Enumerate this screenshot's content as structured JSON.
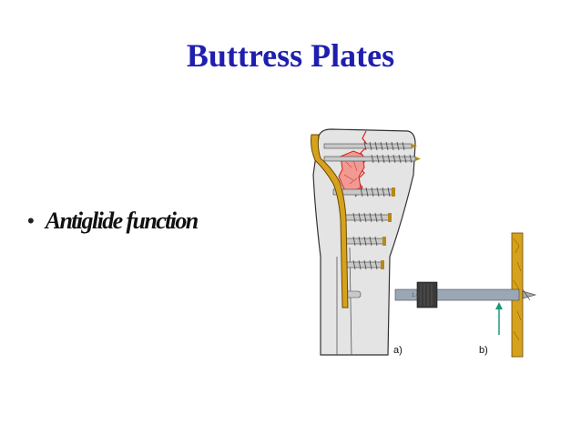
{
  "slide": {
    "title": "Buttress Plates",
    "bullet_marker": "•",
    "bullet_text": "Antiglide function"
  },
  "figure": {
    "panel_a_label": "a)",
    "panel_b_label": "b)",
    "scale_text": "1.0",
    "colors": {
      "plate": "#d6a21e",
      "plate_outline": "#6b4a00",
      "bone_fill": "#e4e4e4",
      "bone_outline": "#333333",
      "fracture_fragment": "#f29a92",
      "fracture_line": "#e0201a",
      "screw": "#c9c9c9",
      "drill_guide": "#9aa8b4",
      "arrow": "#1a9a7a"
    }
  }
}
